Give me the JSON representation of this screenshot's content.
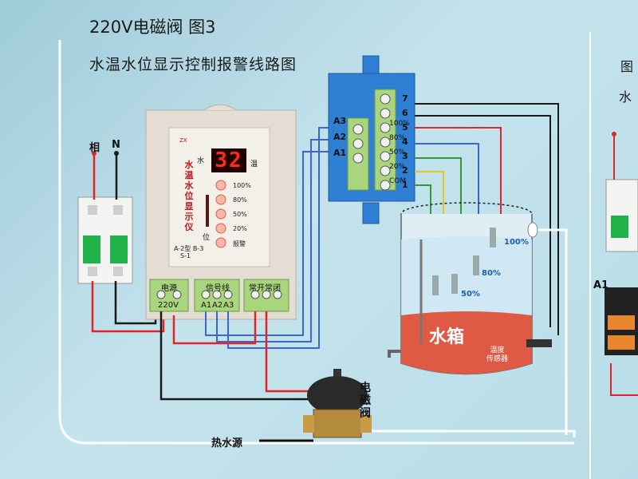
{
  "title": "220V电磁阀 图3",
  "subtitle": "水温水位显示控制报警线路图",
  "right_fragments": [
    "图",
    "水"
  ],
  "power_labels": {
    "live": "相",
    "neutral": "N"
  },
  "controller": {
    "display_value": "32",
    "brand_mark": "ZX",
    "vertical_text": "水温水位显示仪",
    "side_label_top": "水",
    "side_label_bottom": "位",
    "top_right_label": "温",
    "level_labels": [
      "100%",
      "80%",
      "50%",
      "20%",
      "报警"
    ],
    "bottom_small_text": [
      "A-2型  B-3",
      "S-1"
    ]
  },
  "terminals": {
    "power_title": "电源",
    "power_value": "220V",
    "signal_title": "信号线",
    "signal_values": [
      "A1",
      "A2",
      "A3"
    ],
    "relay_title": "常开常闭"
  },
  "strip": {
    "left_labels": [
      "A3",
      "A2",
      "A1"
    ],
    "numbers": [
      "7",
      "6",
      "5",
      "4",
      "3",
      "2",
      "1"
    ],
    "pin_labels": [
      "COM",
      "20%",
      "50%",
      "80%",
      "100%"
    ]
  },
  "tank": {
    "label": "水箱",
    "sensor_label": [
      "温度",
      "传感器"
    ],
    "percent_labels": [
      "100%",
      "80%",
      "50%"
    ]
  },
  "valve_label": "电磁阀",
  "hot_water_label": "热水源",
  "right_label": "A1",
  "colors": {
    "red_wire": "#e0242a",
    "black_wire": "#1a1a1a",
    "blue_wire": "#3a66d8",
    "yellow_wire": "#e6c619",
    "green_wire": "#2e9a3a",
    "background": "#b7dbe6",
    "terminal_strip": "#2f7fd4",
    "controller_body": "#e4ddd3",
    "terminal_green": "#a9d57c"
  }
}
